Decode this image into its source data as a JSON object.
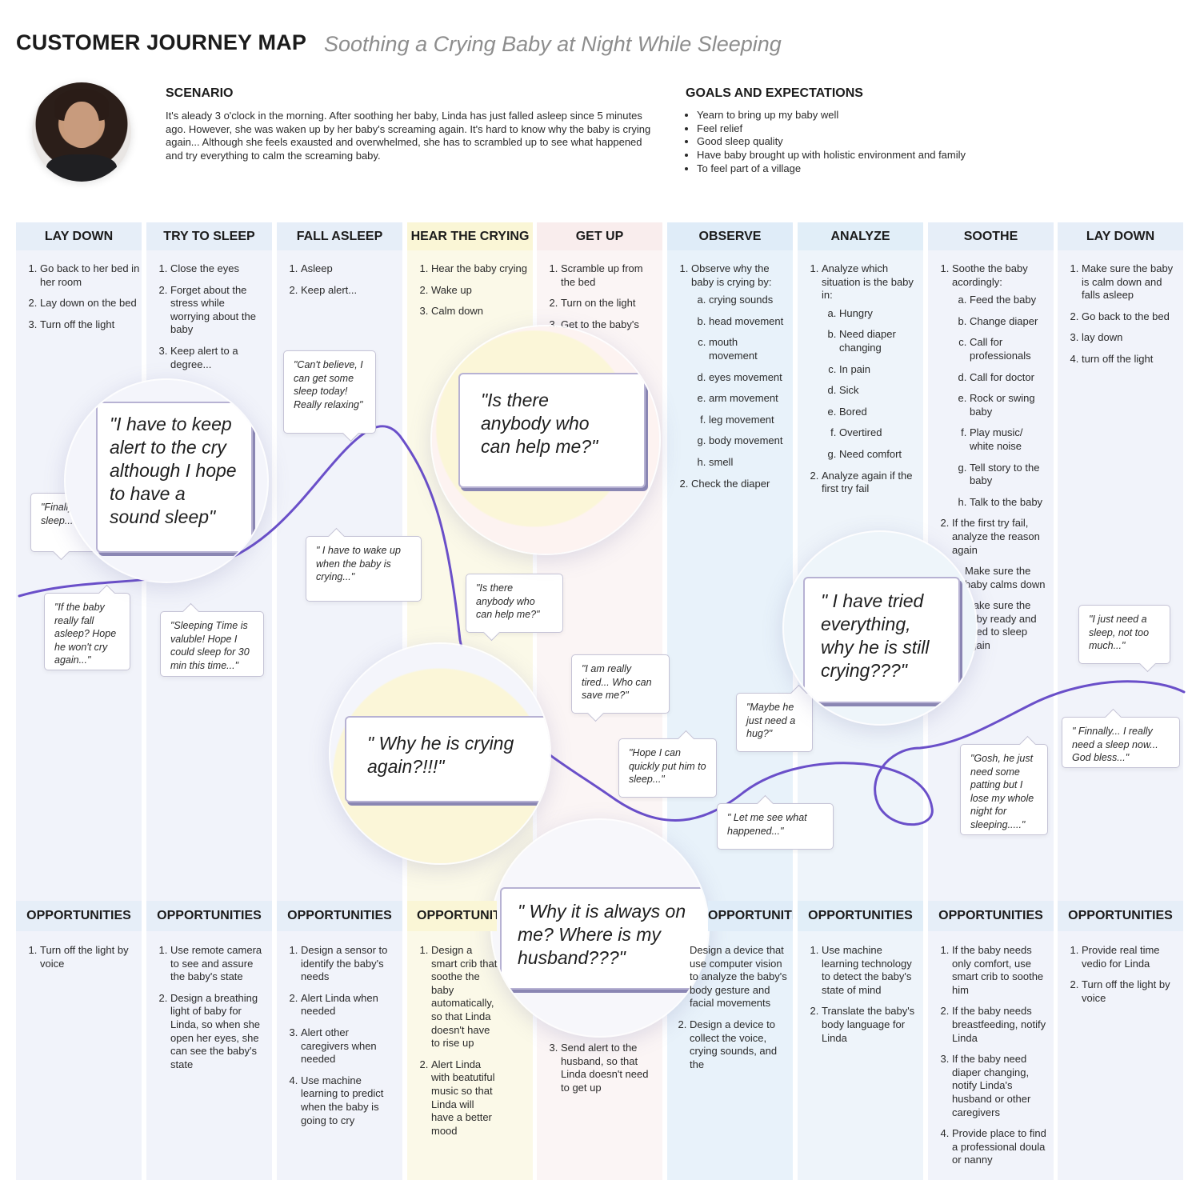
{
  "header": {
    "title": "CUSTOMER JOURNEY MAP",
    "subtitle": "Soothing a Crying Baby at Night While Sleeping"
  },
  "scenario": {
    "heading": "SCENARIO",
    "text": "It's aleady 3 o'clock in the morning. After soothing her baby, Linda has just falled asleep since 5 minutes ago. However, she was waken up by her baby's screaming again. It's hard to know why the baby is crying again... Although she feels exausted and overwhelmed, she has to scrambled up to see what happened and try everything to calm the screaming baby."
  },
  "goals": {
    "heading": "GOALS AND EXPECTATIONS",
    "items": [
      "Yearn to bring up my baby well",
      "Feel relief",
      "Good sleep quality",
      "Have baby brought up with holistic environment and family",
      "To feel part of a village"
    ]
  },
  "opportunities_label": "OPPORTUNITIES",
  "stages": [
    {
      "name": "LAY DOWN",
      "color": "#e6eef8",
      "steps": [
        "Go back to her bed in her room",
        "Lay down on the bed",
        "Turn off the light"
      ],
      "opportunities": [
        "Turn off the light by voice"
      ]
    },
    {
      "name": "TRY TO SLEEP",
      "color": "#eef2f8",
      "steps": [
        "Close the eyes",
        "Forget about the stress while worrying about the baby",
        "Keep alert to a degree..."
      ],
      "opportunities": [
        "Use remote camera to see and assure the baby's state",
        "Design a breathing light of baby for Linda, so when she open her eyes, she can see the baby's state"
      ]
    },
    {
      "name": "FALL ASLEEP",
      "color": "#eef2f8",
      "steps": [
        "Asleep",
        "Keep alert..."
      ],
      "opportunities": [
        "Design a sensor to identify the baby's needs",
        "Alert Linda when needed",
        "Alert other caregivers when needed",
        "Use machine learning to predict when the baby is going to cry"
      ]
    },
    {
      "name": "HEAR THE CRYING",
      "color": "#fbf8dc",
      "steps": [
        "Hear the baby crying",
        "Wake up",
        "Calm down"
      ],
      "opportunities": [
        "Design a smart crib that soothe the baby automatically, so that Linda doesn't have to rise up",
        "Alert Linda with beatutiful music so that Linda will have a better mood"
      ]
    },
    {
      "name": "GET UP",
      "color": "#fbf1f1",
      "steps": [
        "Scramble up from the bed",
        "Turn on the light",
        "Get to the baby's room"
      ],
      "opportunities": [
        "",
        "",
        "Send alert to the husband, so that Linda doesn't need to get up"
      ]
    },
    {
      "name": "OBSERVE",
      "color": "#e3eff9",
      "steps": [
        "Observe why the baby is crying by:",
        "Check the diaper"
      ],
      "observe_sub": [
        "crying sounds",
        "head movement",
        "mouth movement",
        "eyes movement",
        "arm movement",
        "leg movement",
        "body movement",
        "smell"
      ],
      "opportunities": [
        "Design a device that use computer vision to analyze the baby's body gesture and facial movements",
        "Design a device to collect the voice, crying sounds, and the"
      ]
    },
    {
      "name": "ANALYZE",
      "color": "#e3eff9",
      "steps": [
        "Analyze which situation is the baby in:",
        "Analyze again if the first try fail"
      ],
      "analyze_sub": [
        "Hungry",
        "Need diaper changing",
        "In pain",
        "Sick",
        "Bored",
        "Overtired",
        "Need comfort"
      ],
      "opportunities": [
        "Use machine learning technology to detect the baby's state of mind",
        "Translate the baby's body language for Linda"
      ]
    },
    {
      "name": "SOOTHE",
      "color": "#eef2f8",
      "steps": [
        "Soothe the baby acordingly:",
        "If the first try fail, analyze the reason again",
        "Make sure the baby calms down",
        "Make sure the baby ready and need to sleep again"
      ],
      "soothe_sub": [
        "Feed the baby",
        "Change diaper",
        "Call for professionals",
        "Call for doctor",
        "Rock or swing baby",
        "Play music/ white noise",
        "Tell story to the baby",
        "Talk to the baby"
      ],
      "opportunities": [
        "If the baby needs only comfort, use smart crib to soothe him",
        "If the baby needs breastfeeding, notify Linda",
        "If the baby need diaper changing, notify Linda's husband or other caregivers",
        "Provide place to find a professional doula or nanny"
      ]
    },
    {
      "name": "LAY DOWN",
      "color": "#e6eef8",
      "steps": [
        "Make sure the baby is calm down and falls asleep",
        "Go back to the bed",
        "lay down",
        "turn off the light"
      ],
      "opportunities": [
        "Provide real time vedio for Linda",
        "Turn off the light by voice"
      ]
    }
  ],
  "quotes": {
    "q1": "\"Finally, to sleep...\"",
    "q2": "\"If the baby really fall asleep? Hope he won't cry again...\"",
    "q3": "\"Sleeping Time is valuble! Hope I could sleep for 30 min this time...\"",
    "q4": "\"Can't believe, I can get some sleep today! Really relaxing\"",
    "q5": "\" I have to wake up when the baby is crying...\"",
    "q6": "\"Is there anybody who can help me?\"",
    "q7": "\"I am really tired... Who can save me?\"",
    "q8": "\"Hope I can quickly put him to sleep...\"",
    "q9": "\"Maybe he just need a hug?\"",
    "q10": "\" Let me see what happened...\"",
    "q11": "\"Gosh, he just need some patting but I lose my whole night for sleeping.....\"",
    "q12": "\"I just need a sleep, not too much...\"",
    "q13": "\" Finnally... I really need a sleep now... God bless...\""
  },
  "highlights": {
    "h1": "\"I have to keep alert to the cry although I hope to have a sound sleep\"",
    "h2": "\"Is there anybody who can help me?\"",
    "h3": "\" Why he is crying again?!!!\"",
    "h4": "\" Why it is always on me? Where is my husband???\"",
    "h5": "\" I have tried everything, why he is still crying???\""
  },
  "colors": {
    "curve": "#6a4fc9",
    "bubble_border": "#c5c3d6"
  }
}
